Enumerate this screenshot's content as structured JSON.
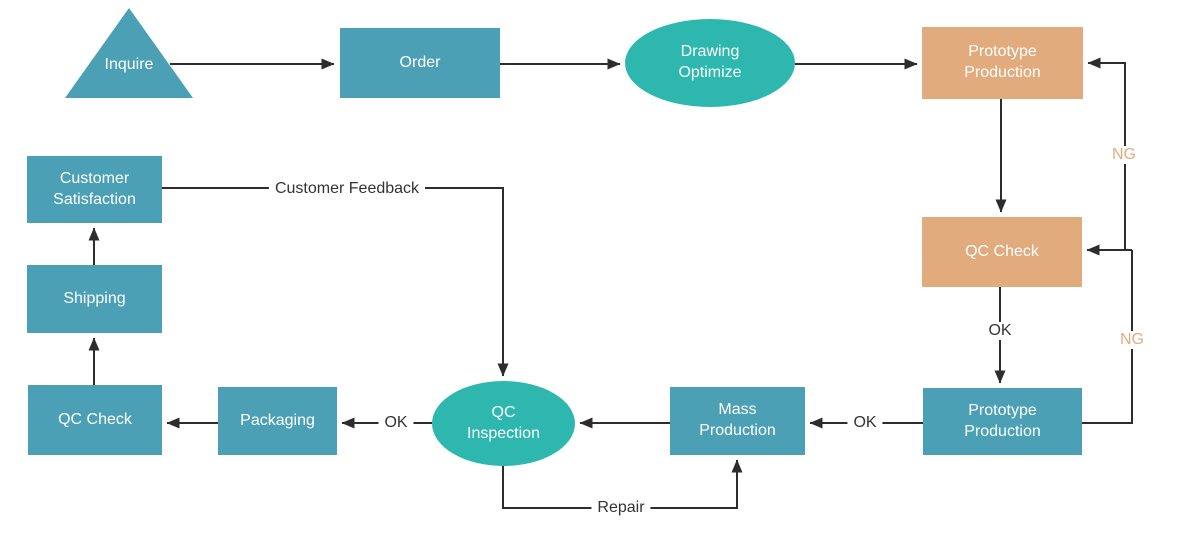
{
  "diagram": {
    "kind": "process-flowchart",
    "nodes": {
      "inquire": {
        "label": "Inquire",
        "shape": "triangle",
        "color": "#4ba0b6"
      },
      "order": {
        "label": "Order",
        "shape": "rect",
        "color": "#4ba0b6"
      },
      "drawing_optimize": {
        "label": "Drawing Optimize",
        "shape": "ellipse",
        "color": "#2db7ae"
      },
      "prototype_production_top": {
        "label": "Prototype Production",
        "shape": "rect",
        "color": "#e2ab7d"
      },
      "qc_check_right": {
        "label": "QC Check",
        "shape": "rect",
        "color": "#e2ab7d"
      },
      "prototype_production_bottom": {
        "label": "Prototype Production",
        "shape": "rect",
        "color": "#4ba0b6"
      },
      "mass_production": {
        "label": "Mass Production",
        "shape": "rect",
        "color": "#4ba0b6"
      },
      "qc_inspection": {
        "label": "QC Inspection",
        "shape": "ellipse",
        "color": "#2db7ae"
      },
      "packaging": {
        "label": "Packaging",
        "shape": "rect",
        "color": "#4ba0b6"
      },
      "qc_check_left": {
        "label": "QC Check",
        "shape": "rect",
        "color": "#4ba0b6"
      },
      "shipping": {
        "label": "Shipping",
        "shape": "rect",
        "color": "#4ba0b6"
      },
      "customer_satisfaction": {
        "label": "Customer Satisfaction",
        "shape": "rect",
        "color": "#4ba0b6"
      }
    },
    "edge_labels": {
      "ng_top": "NG",
      "ng_bottom": "NG",
      "ok_right_column": "OK",
      "ok_bottom_right": "OK",
      "ok_bottom_left": "OK",
      "repair": "Repair",
      "customer_feedback": "Customer Feedback"
    },
    "colors": {
      "process_blue": "#4ba0b6",
      "accent_teal": "#2db7ae",
      "highlight_orange": "#e2ab7d",
      "line": "#2d2d2d",
      "edge_label_text": "#333333",
      "ng_label_text": "#e2ab7d",
      "node_text": "#ffffff",
      "background": "#ffffff"
    }
  }
}
